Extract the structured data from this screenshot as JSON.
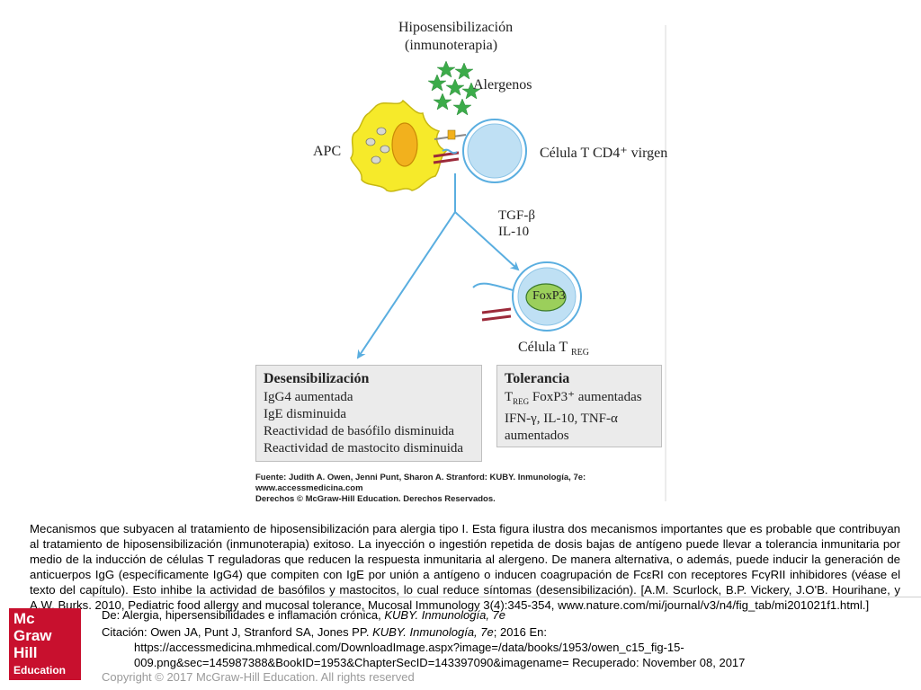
{
  "figure": {
    "title_line1": "Hiposensibilización",
    "title_line2": "(inmunoterapia)",
    "allergens_label": "Alergenos",
    "apc_label": "APC",
    "tcell_label": "Célula T CD4⁺ virgen",
    "cytokine1": "TGF-β",
    "cytokine2": "IL-10",
    "foxp3_label": "FoxP3",
    "treg_label_main": "Célula T",
    "treg_label_sub": "REG",
    "desens": {
      "title": "Desensibilización",
      "items": [
        "IgG4 aumentada",
        "IgE disminuida",
        "Reactividad de basófilo disminuida",
        "Reactividad de mastocito disminuida"
      ]
    },
    "tolerance": {
      "title": "Tolerancia",
      "line1_pre": "T",
      "line1_sub": "REG",
      "line1_post": " FoxP3⁺ aumentadas",
      "line2": "IFN-γ, IL-10, TNF-α",
      "line3": "aumentados"
    },
    "source_line1": "Fuente: Judith A. Owen, Jenni Punt, Sharon A. Stranford: KUBY. Inmunología, 7e:",
    "source_line2": "www.accessmedicina.com",
    "source_line3": "Derechos © McGraw-Hill Education. Derechos Reservados."
  },
  "caption": "Mecanismos que subyacen al tratamiento de hiposensibilización para alergia tipo I. Esta figura ilustra dos mecanismos importantes que es probable que contribuyan al tratamiento de hiposensibilización (inmunoterapia) exitoso. La inyección o ingestión repetida de dosis bajas de antígeno puede llevar a tolerancia inmunitaria por medio de la inducción de células T reguladoras que reducen la respuesta inmunitaria al alergeno. De manera alternativa, o además, puede inducir la generación de anticuerpos IgG (específicamente IgG4) que compiten con IgE por unión a antígeno o inducen coagrupación de FcεRI con receptores FcγRII inhibidores (véase el texto del capítulo). Esto inhibe la actividad de basófilos y mastocitos, lo cual reduce síntomas (desensibilización). [A.M. Scurlock, B.P. Vickery, J.O'B. Hourihane, y A.W. Burks. 2010, Pediatric food allergy and mucosal tolerance, Mucosal Immunology 3(4):345-354, www.nature.com/mi/journal/v3/n4/fig_tab/mi201021f1.html.]",
  "citation": {
    "from_pre": "De: Alergia, hipersensibilidades e inflamación crónica, ",
    "from_book": "KUBY. Inmunología, 7e",
    "line1_pre": "Citación: Owen JA, Punt J, Stranford SA, Jones PP. ",
    "line1_book": "KUBY. Inmunología, 7e",
    "line1_post": "; 2016 En:",
    "line2": "https://accessmedicina.mhmedical.com/DownloadImage.aspx?image=/data/books/1953/owen_c15_fig-15-",
    "line3": "009.png&sec=145987388&BookID=1953&ChapterSecID=143397090&imagename= Recuperado: November 08, 2017"
  },
  "copyright": "Copyright © 2017 McGraw-Hill Education. All rights reserved",
  "logo": {
    "line1": "Mc",
    "line2": "Graw",
    "line3": "Hill",
    "line4": "Education"
  },
  "colors": {
    "arrow_blue": "#5aaee0",
    "apc_yellow": "#f6ea2a",
    "nucleus_orange": "#f2b11d",
    "tcell_blue": "#bfe0f4",
    "foxp3_green": "#9bcf5b",
    "allergen_green": "#3cab4a",
    "receptor_red": "#9c2a3a",
    "logo_red": "#c8102e"
  }
}
